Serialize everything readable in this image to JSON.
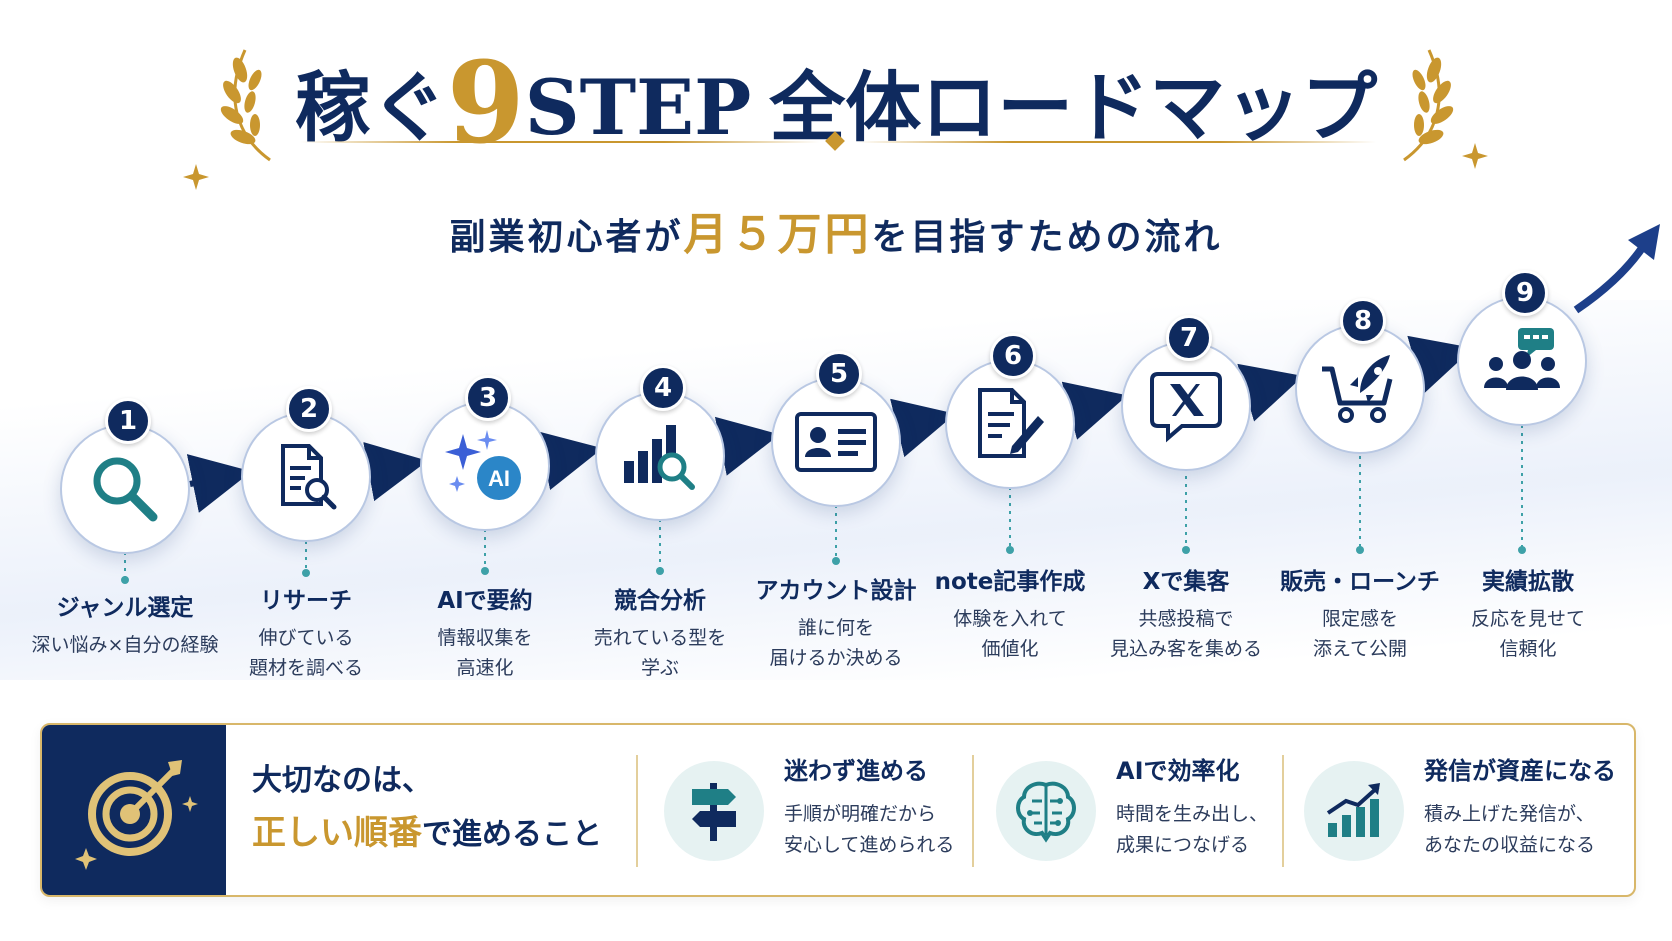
{
  "title": {
    "prefix": "稼ぐ",
    "number": "9",
    "step": "STEP",
    "suffix": "全体ロードマップ"
  },
  "subtitle": {
    "before": "副業初心者が",
    "highlight": "月５万円",
    "after": "を目指すための流れ"
  },
  "steps": [
    {
      "num": "1",
      "title": "ジャンル選定",
      "desc": [
        "深い悩み×自分の経験"
      ],
      "icon": "search-icon"
    },
    {
      "num": "2",
      "title": "リサーチ",
      "desc": [
        "伸びている",
        "題材を調べる"
      ],
      "icon": "document-search-icon"
    },
    {
      "num": "3",
      "title": "AIで要約",
      "desc": [
        "情報収集を",
        "高速化"
      ],
      "icon": "ai-sparkle-icon"
    },
    {
      "num": "4",
      "title": "競合分析",
      "desc": [
        "売れている型を",
        "学ぶ"
      ],
      "icon": "chart-search-icon"
    },
    {
      "num": "5",
      "title": "アカウント設計",
      "desc": [
        "誰に何を",
        "届けるか決める"
      ],
      "icon": "profile-card-icon"
    },
    {
      "num": "6",
      "title": "note記事作成",
      "desc": [
        "体験を入れて",
        "価値化"
      ],
      "icon": "document-pen-icon"
    },
    {
      "num": "7",
      "title": "Xで集客",
      "desc": [
        "共感投稿で",
        "見込み客を集める"
      ],
      "icon": "x-logo-icon"
    },
    {
      "num": "8",
      "title": "販売・ローンチ",
      "desc": [
        "限定感を",
        "添えて公開"
      ],
      "icon": "cart-rocket-icon"
    },
    {
      "num": "9",
      "title": "実績拡散",
      "desc": [
        "反応を見せて",
        "信頼化"
      ],
      "icon": "group-chat-icon"
    }
  ],
  "panel": {
    "line1": "大切なのは、",
    "line2_highlight": "正しい順番",
    "line2_rest": "で進めること",
    "benefits": [
      {
        "title": "迷わず進める",
        "desc": [
          "手順が明確だから",
          "安心して進められる"
        ],
        "icon": "signpost-icon"
      },
      {
        "title": "AIで効率化",
        "desc": [
          "時間を生み出し、",
          "成果につなげる"
        ],
        "icon": "brain-icon"
      },
      {
        "title": "発信が資産になる",
        "desc": [
          "積み上げた発信が、",
          "あなたの収益になる"
        ],
        "icon": "growth-chart-icon"
      }
    ]
  },
  "colors": {
    "navy": "#0f2a5e",
    "gold": "#c9972f",
    "teal": "#1f7f86",
    "mint": "#e6f2f2"
  }
}
